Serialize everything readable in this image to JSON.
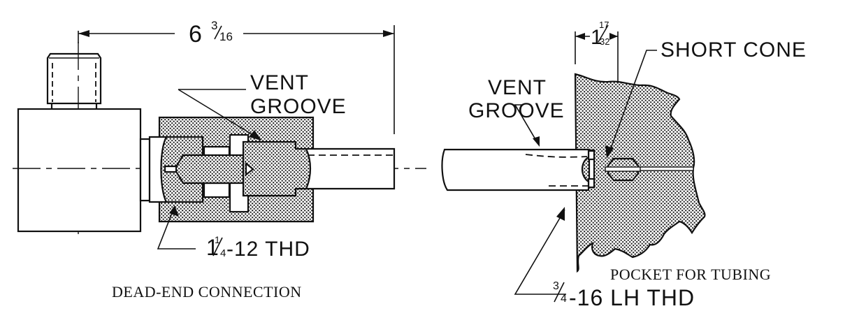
{
  "figure": {
    "left_panel": {
      "caption": "DEAD-END CONNECTION",
      "dimension": {
        "whole": "6",
        "fraction_num": "3",
        "fraction_den": "16"
      },
      "labels": {
        "vent_groove_line1": "VENT",
        "vent_groove_line2": "GROOVE",
        "thread_whole": "1",
        "thread_frac_num": "1",
        "thread_frac_den": "4",
        "thread_rest": "-12 THD"
      }
    },
    "right_panel": {
      "caption": "POCKET FOR TUBING",
      "dimension": {
        "whole": "1",
        "fraction_num": "17",
        "fraction_den": "32"
      },
      "labels": {
        "short_cone": "SHORT CONE",
        "vent_groove_line1": "VENT",
        "vent_groove_line2": "GROOVE",
        "thread_frac_num": "3",
        "thread_frac_den": "4",
        "thread_rest": "-16 LH THD"
      }
    },
    "colors": {
      "ink": "#111111",
      "paper": "#ffffff"
    }
  }
}
